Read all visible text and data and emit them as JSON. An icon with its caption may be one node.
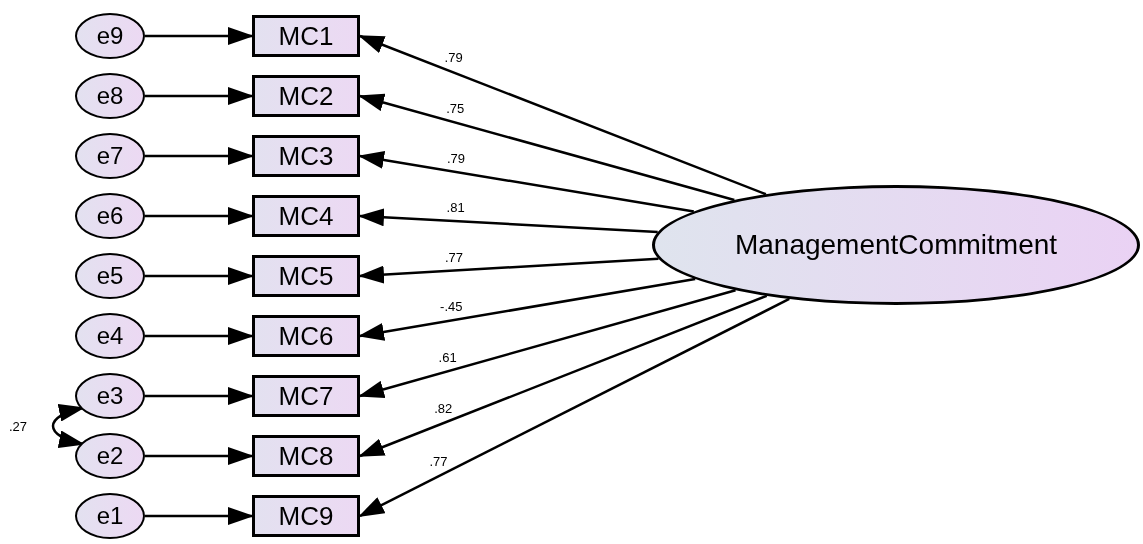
{
  "diagram": {
    "nodes": [
      {
        "text": [
          "e9"
        ]
      },
      {
        "text": [
          "e8"
        ]
      },
      {
        "text": [
          "e7"
        ]
      },
      {
        "text": [
          "e6"
        ]
      },
      {
        "text": [
          "e5"
        ]
      },
      {
        "text": [
          "e4"
        ]
      },
      {
        "text": [
          "e3"
        ]
      },
      {
        "text": [
          "e2"
        ]
      },
      {
        "text": [
          "e1"
        ]
      },
      {
        "text": [
          "MC1"
        ]
      },
      {
        "text": [
          "MC2"
        ]
      },
      {
        "text": [
          "MC3"
        ]
      },
      {
        "text": [
          "MC4"
        ]
      },
      {
        "text": [
          "MC5"
        ]
      },
      {
        "text": [
          "MC6"
        ]
      },
      {
        "text": [
          "MC7"
        ]
      },
      {
        "text": [
          "MC8"
        ]
      },
      {
        "text": [
          "MC9"
        ]
      },
      {
        "text": [
          "ManagementCommitment"
        ]
      }
    ],
    "edges": [
      {
        "from": 0,
        "to": 9,
        "arrow": "to"
      },
      {
        "from": 1,
        "to": 10,
        "arrow": "to"
      },
      {
        "from": 2,
        "to": 11,
        "arrow": "to"
      },
      {
        "from": 3,
        "to": 12,
        "arrow": "to"
      },
      {
        "from": 4,
        "to": 13,
        "arrow": "to"
      },
      {
        "from": 5,
        "to": 14,
        "arrow": "to"
      },
      {
        "from": 6,
        "to": 15,
        "arrow": "to"
      },
      {
        "from": 7,
        "to": 16,
        "arrow": "to"
      },
      {
        "from": 8,
        "to": 17,
        "arrow": "to"
      },
      {
        "from": 18,
        "to": 9,
        "arrow": "to",
        "label": ".79"
      },
      {
        "from": 18,
        "to": 10,
        "arrow": "to",
        "label": ".75"
      },
      {
        "from": 18,
        "to": 11,
        "arrow": "to",
        "label": ".79"
      },
      {
        "from": 18,
        "to": 12,
        "arrow": "to",
        "label": ".81"
      },
      {
        "from": 18,
        "to": 13,
        "arrow": "to",
        "label": ".77"
      },
      {
        "from": 18,
        "to": 14,
        "arrow": "to",
        "label": "-.45"
      },
      {
        "from": 18,
        "to": 15,
        "arrow": "to",
        "label": ".61"
      },
      {
        "from": 18,
        "to": 16,
        "arrow": "to",
        "label": ".82"
      },
      {
        "from": 18,
        "to": 17,
        "arrow": "to",
        "label": ".77"
      },
      {
        "from": 6,
        "to": 7,
        "arrow": "both",
        "label": ".27"
      }
    ]
  }
}
